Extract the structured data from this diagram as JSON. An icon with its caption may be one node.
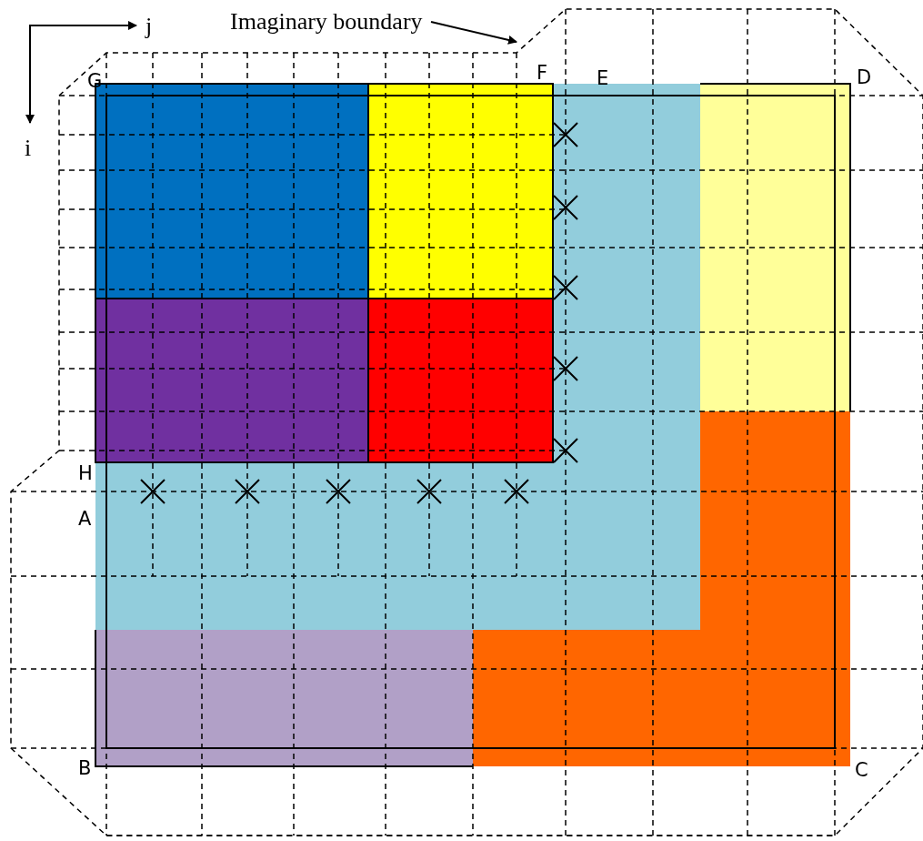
{
  "diagram": {
    "nodes": [
      {
        "text": [
          "Imaginary boundary"
        ]
      },
      {
        "text": [],
        "shape": "box"
      }
    ],
    "edges": [
      {
        "from": 0,
        "to": 1,
        "arrow": "to"
      }
    ],
    "labels": [
      "j",
      "G",
      "F",
      "E",
      "D",
      "i",
      "H",
      "A",
      "B",
      "C"
    ]
  }
}
